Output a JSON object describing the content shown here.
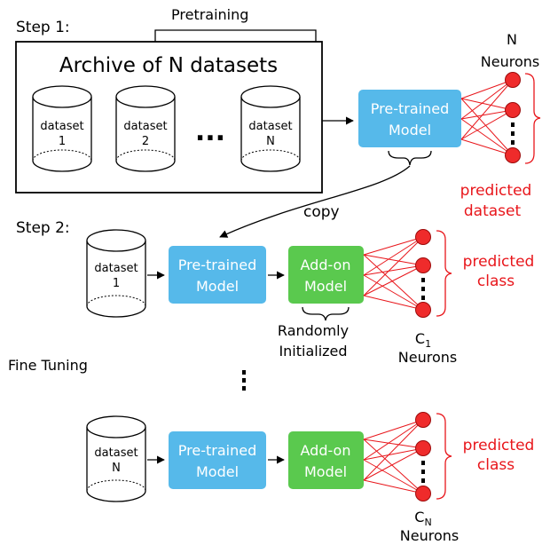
{
  "step1_label": "Step 1:",
  "step2_label": "Step 2:",
  "fine_tuning_label": "Fine Tuning",
  "pretraining_label": "Pretraining",
  "copy_label": "copy",
  "archive": {
    "title": "Archive of N datasets",
    "ellipsis": "...",
    "datasets": [
      {
        "name": "dataset",
        "index": "1"
      },
      {
        "name": "dataset",
        "index": "2"
      },
      {
        "name": "dataset",
        "index": "N"
      }
    ]
  },
  "pretrained_model": {
    "line1": "Pre-trained",
    "line2": "Model"
  },
  "addon_model": {
    "line1": "Add-on",
    "line2": "Model"
  },
  "step1_output": {
    "neurons_line1": "N",
    "neurons_line2": "Neurons",
    "predicted_line1": "predicted",
    "predicted_line2": "dataset"
  },
  "row1": {
    "dataset_name": "dataset",
    "dataset_index": "1",
    "random_line1": "Randomly",
    "random_line2": "Initialized",
    "neurons_base": "C",
    "neurons_sub": "1",
    "neurons_line2": "Neurons",
    "predicted_line1": "predicted",
    "predicted_line2": "class"
  },
  "vertical_dots": "⋮",
  "row2": {
    "dataset_name": "dataset",
    "dataset_index": "N",
    "neurons_base": "C",
    "neurons_sub": "N",
    "neurons_line2": "Neurons",
    "predicted_line1": "predicted",
    "predicted_line2": "class"
  },
  "colors": {
    "pretrained_box": "#56b9ea",
    "addon_box": "#5ac94e",
    "neuron_fill": "#ef2b2b",
    "red": "#e8161b",
    "line": "#000000"
  }
}
